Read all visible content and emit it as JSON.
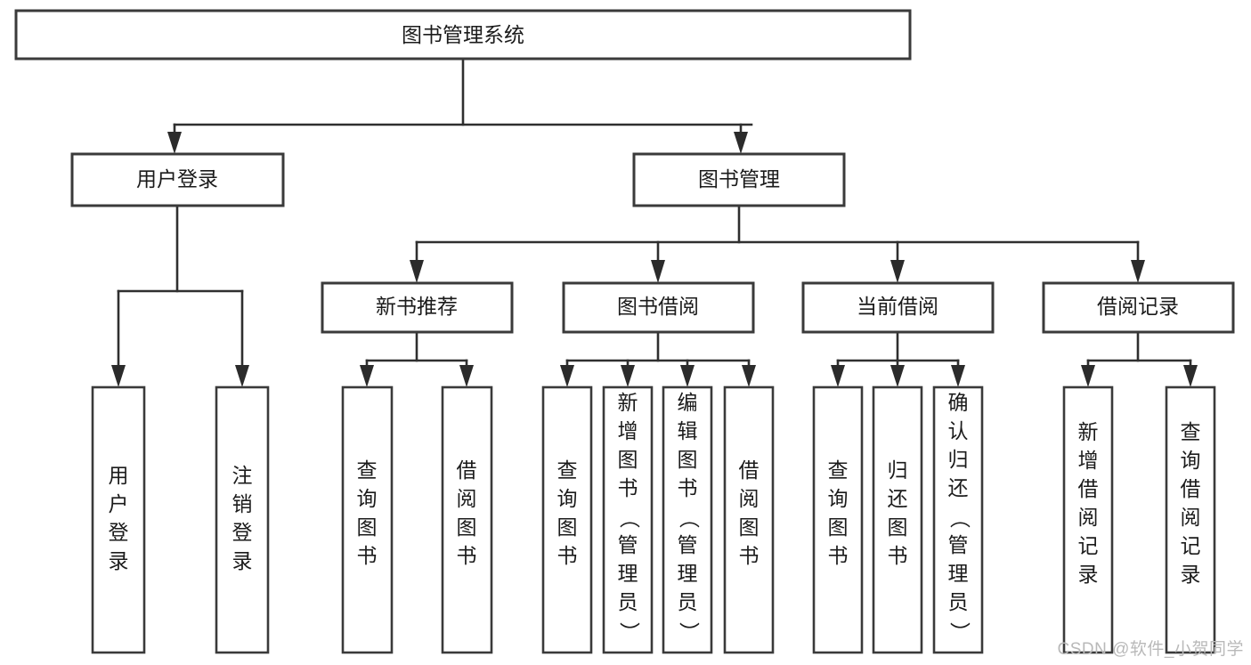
{
  "diagram": {
    "type": "tree",
    "title": "图书管理系统",
    "orientation": "top-down",
    "colors": {
      "box_stroke": "#3a3a3a",
      "box_fill": "#ffffff",
      "line": "#2f2f2f",
      "text": "#1b1b1b",
      "watermark": "#b9b9b9",
      "background": "#ffffff"
    },
    "root": {
      "label": "图书管理系统"
    },
    "level2": [
      {
        "label": "用户登录"
      },
      {
        "label": "图书管理"
      }
    ],
    "level3": [
      {
        "label": "新书推荐"
      },
      {
        "label": "图书借阅"
      },
      {
        "label": "当前借阅"
      },
      {
        "label": "借阅记录"
      }
    ],
    "leaves": {
      "user_login": [
        {
          "label": "用户登录"
        },
        {
          "label": "注销登录"
        }
      ],
      "new_book_recommend": [
        {
          "label": "查询图书"
        },
        {
          "label": "借阅图书"
        }
      ],
      "book_borrow": [
        {
          "label": "查询图书"
        },
        {
          "label": "新增图书（管理员）"
        },
        {
          "label": "编辑图书（管理员）"
        },
        {
          "label": "借阅图书"
        }
      ],
      "current_borrow": [
        {
          "label": "查询图书"
        },
        {
          "label": "归还图书"
        },
        {
          "label": "确认归还（管理员）"
        }
      ],
      "borrow_records": [
        {
          "label": "新增借阅记录"
        },
        {
          "label": "查询借阅记录"
        }
      ]
    }
  },
  "watermark": {
    "text": "CSDN @软件_小贺同学"
  }
}
